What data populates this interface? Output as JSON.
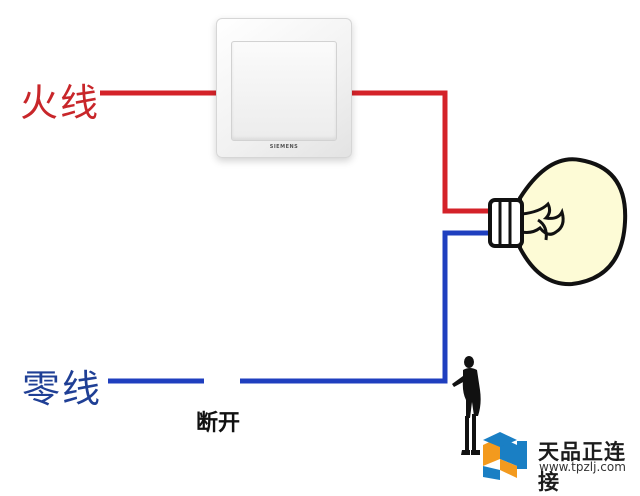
{
  "labels": {
    "live_wire": "火线",
    "neutral_wire": "零线",
    "break_point": "断开"
  },
  "switch": {
    "brand": "SIEMENS"
  },
  "watermark": {
    "name": "天品正连接",
    "url": "www.tpzlj.com"
  },
  "colors": {
    "live": "#d42229",
    "neutral": "#1f3fbf",
    "bulb_glass": "#fdfbd6",
    "logo_orange": "#f39a1e",
    "logo_blue": "#1a7fc4"
  }
}
